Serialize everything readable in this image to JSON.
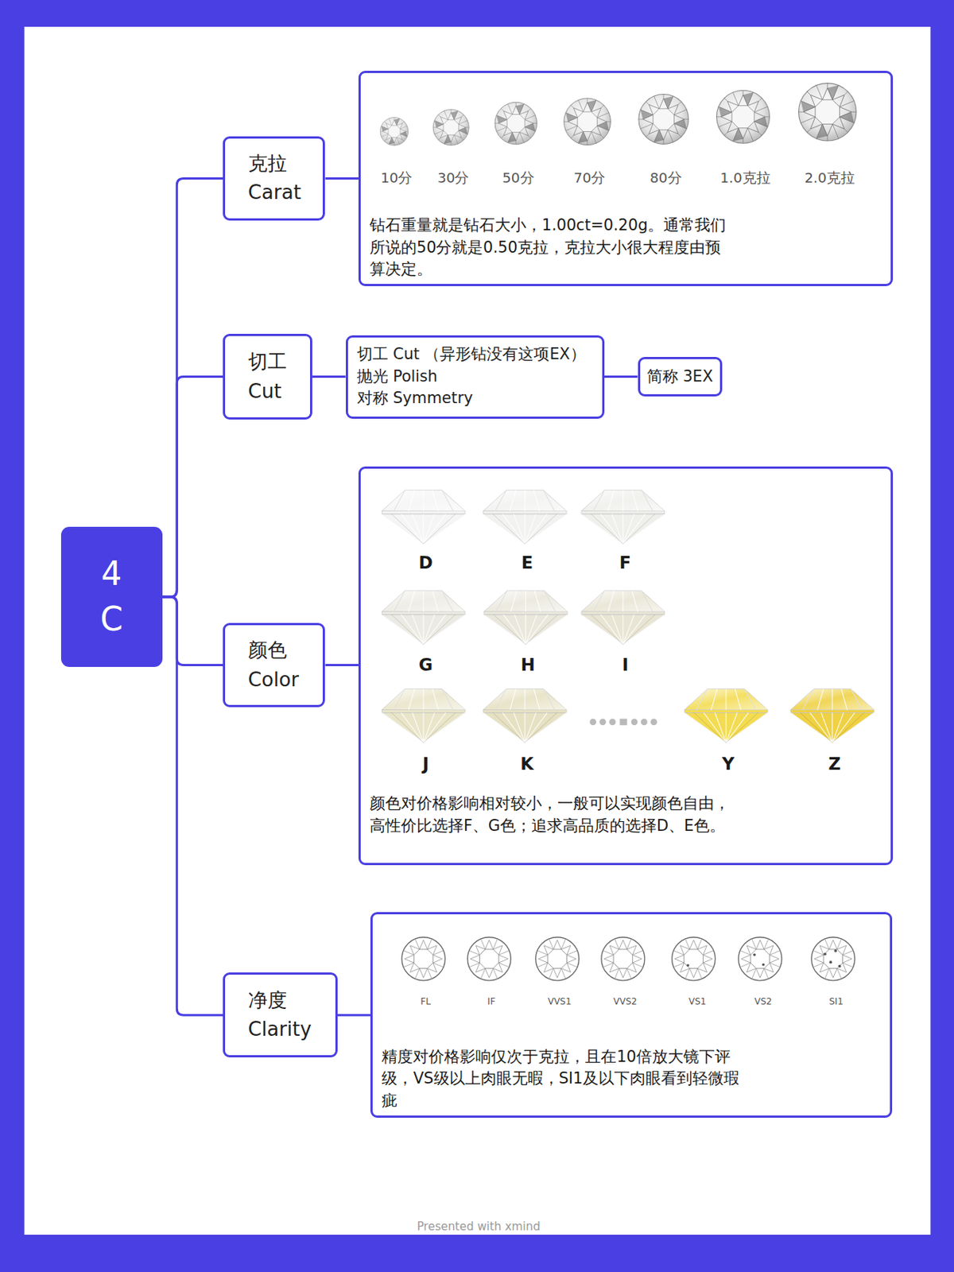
{
  "diagram": {
    "nodes": [
      {
        "text": [
          "4 C"
        ]
      },
      {
        "text": [
          "克拉 Carat"
        ]
      },
      {
        "text": [
          "10分",
          "30分",
          "50分",
          "70分",
          "80分",
          "1.0克拉",
          "2.0克拉",
          "钻石重量就是钻石大小，1.00ct=0.20g。通常我们所说的50分就是0.50克拉，克拉大小很大程度由预算决定。"
        ]
      },
      {
        "text": [
          "切工 Cut"
        ]
      },
      {
        "text": [
          "切工 Cut （异形钻没有这项EX）",
          "抛光 Polish",
          "对称 Symmetry"
        ]
      },
      {
        "text": [
          "简称 3EX"
        ]
      },
      {
        "text": [
          "颜色 Color"
        ]
      },
      {
        "text": [
          "D",
          "E",
          "F",
          "G",
          "H",
          "I",
          "J",
          "K",
          "Y",
          "Z",
          "颜色对价格影响相对较小，一般可以实现颜色自由，高性价比选择F、G色；追求高品质的选择D、E色。"
        ]
      },
      {
        "text": [
          "净度 Clarity"
        ]
      },
      {
        "text": [
          "FL",
          "IF",
          "VVS1",
          "VVS2",
          "VS1",
          "VS2",
          "SI1",
          "精度对价格影响仅次于克拉，且在10倍放大镜下评级，VS级以上肉眼无暇，SI1及以下肉眼看到轻微瑕疵"
        ]
      }
    ],
    "edges": [
      {
        "from": 0,
        "to": 1,
        "arrow": "none"
      },
      {
        "from": 0,
        "to": 3,
        "arrow": "none"
      },
      {
        "from": 0,
        "to": 6,
        "arrow": "none"
      },
      {
        "from": 0,
        "to": 8,
        "arrow": "none"
      },
      {
        "from": 1,
        "to": 2,
        "arrow": "none"
      },
      {
        "from": 3,
        "to": 4,
        "arrow": "none"
      },
      {
        "from": 4,
        "to": 5,
        "arrow": "none"
      },
      {
        "from": 6,
        "to": 7,
        "arrow": "none"
      },
      {
        "from": 8,
        "to": 9,
        "arrow": "none"
      }
    ],
    "labels": [
      "Presented with xmind"
    ]
  }
}
